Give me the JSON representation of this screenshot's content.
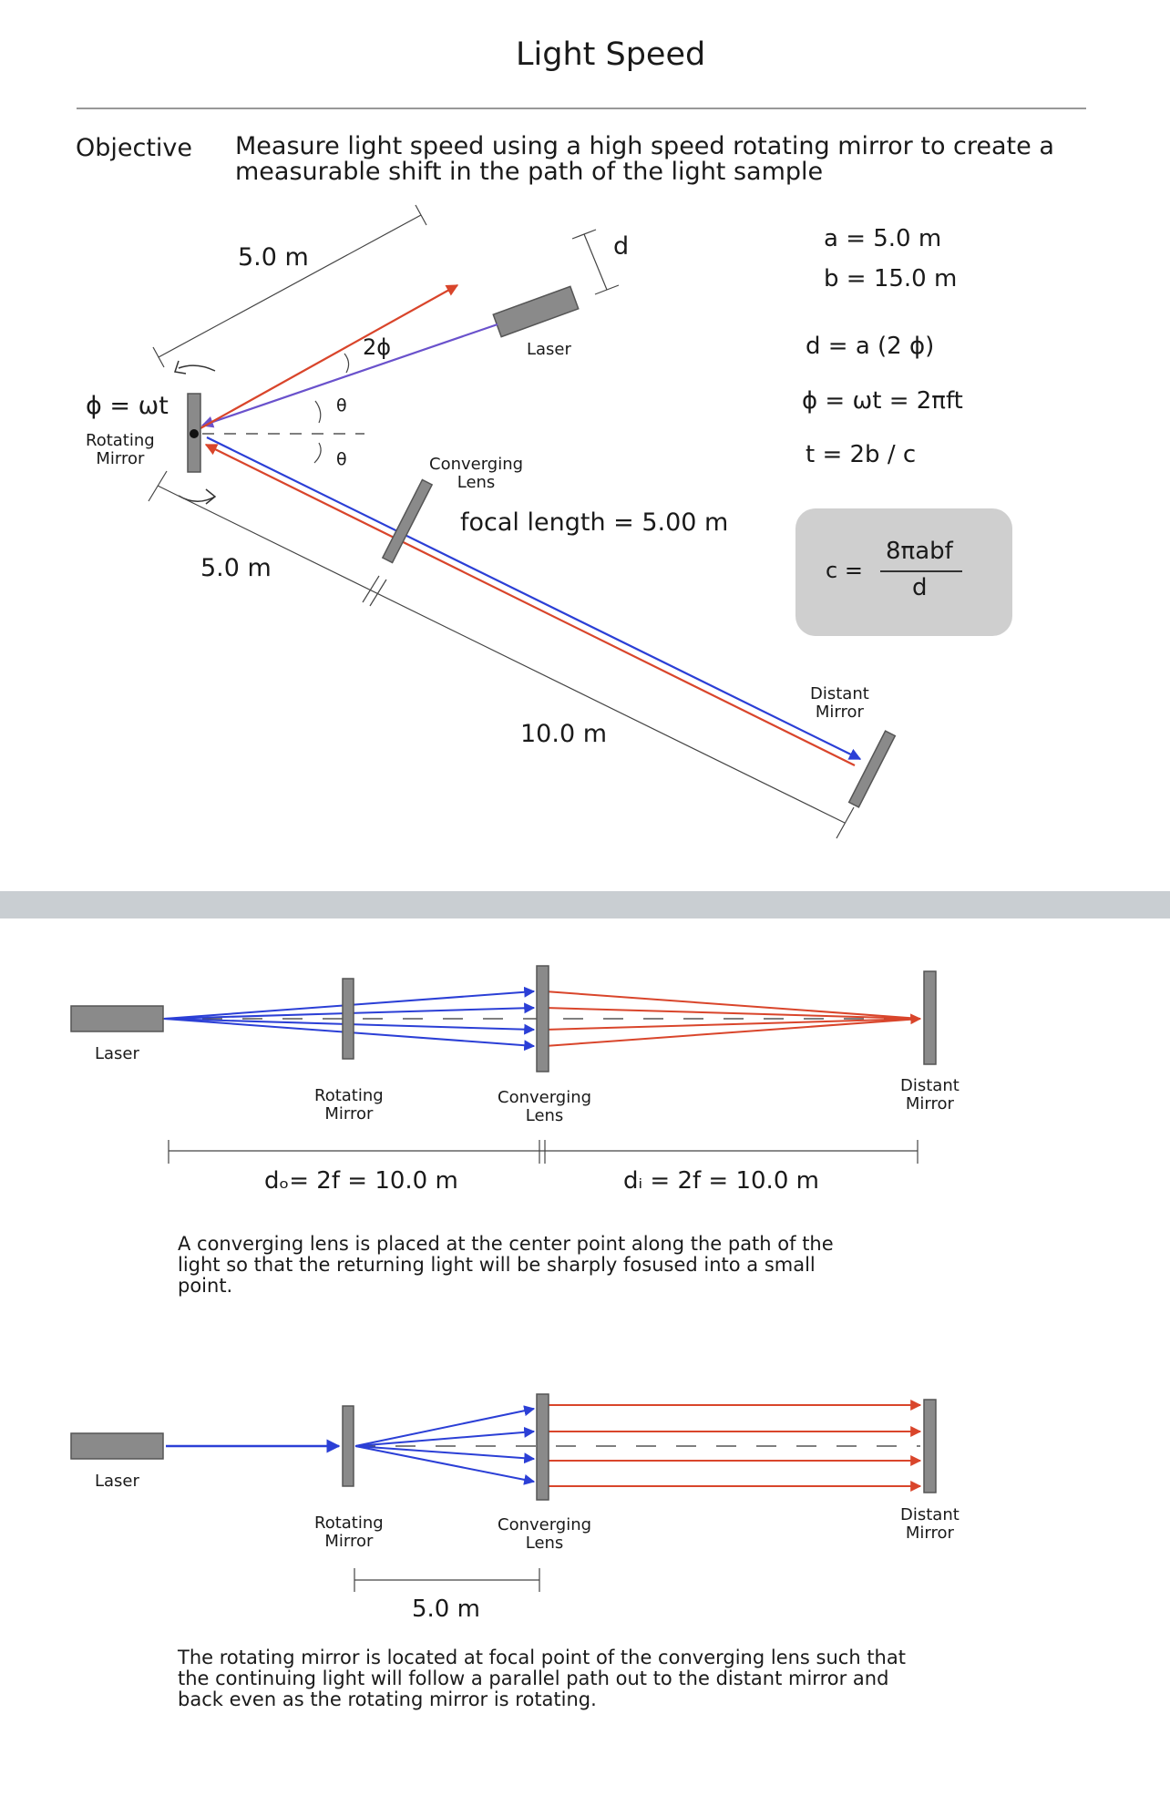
{
  "title": "Light Speed",
  "objective": {
    "label": "Objective",
    "text": "Measure light speed using a high speed rotating mirror to create a measurable shift in the path of the light sample"
  },
  "top_diagram": {
    "dist_upper": "5.0 m",
    "dist_lower": "5.0 m",
    "dist_long": "10.0 m",
    "d_label": "d",
    "angle_2phi": "2ϕ",
    "theta_upper": "θ",
    "theta_lower": "θ",
    "phi_eq": "ϕ = ωt",
    "rotating_mirror": "Rotating\nMirror",
    "laser": "Laser",
    "converging_lens": "Converging\nLens",
    "focal_length": "focal length = 5.00 m",
    "distant_mirror": "Distant\nMirror",
    "colors": {
      "red": "#d9452b",
      "blue": "#2b3fd6",
      "purple": "#6a52cc",
      "mirror": "#8a8a8a"
    }
  },
  "equations": {
    "a": "a = 5.0 m",
    "b": "b = 15.0 m",
    "d": "d = a (2 ϕ)",
    "phi": "ϕ = ωt = 2πft",
    "t": "t = 2b / c",
    "c_prefix": "c =",
    "c_numerator": "8πabf",
    "c_denominator": "d"
  },
  "middle_diagram": {
    "laser": "Laser",
    "rotating_mirror": "Rotating\nMirror",
    "converging_lens": "Converging\nLens",
    "distant_mirror": "Distant\nMirror",
    "do_label": "dₒ= 2f = 10.0 m",
    "di_label": "dᵢ = 2f = 10.0 m",
    "caption": "A converging lens is placed at the center point along the path of the light so that the returning light will be sharply fosused into a small point."
  },
  "bottom_diagram": {
    "laser": "Laser",
    "rotating_mirror": "Rotating\nMirror",
    "converging_lens": "Converging\nLens",
    "distant_mirror": "Distant\nMirror",
    "dist": "5.0 m",
    "caption": "The rotating mirror is located at focal point of the converging lens such that the continuing light will follow a parallel path out to the distant mirror and back even as the rotating mirror is rotating."
  }
}
